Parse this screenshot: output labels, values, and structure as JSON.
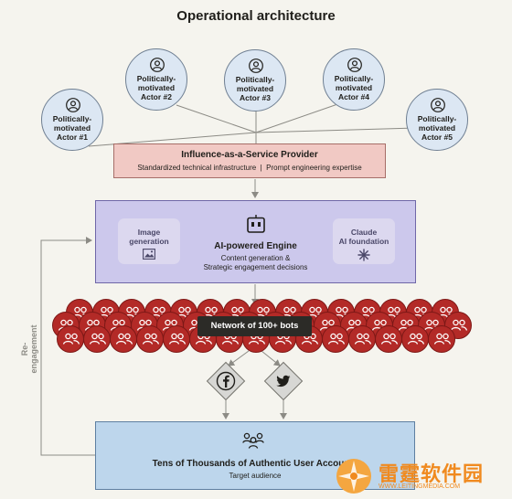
{
  "title": "Operational architecture",
  "actors": [
    {
      "label": "Politically-\nmotivated\nActor #1"
    },
    {
      "label": "Politically-\nmotivated\nActor #2"
    },
    {
      "label": "Politically-\nmotivated\nActor #3"
    },
    {
      "label": "Politically-\nmotivated\nActor #4"
    },
    {
      "label": "Politically-\nmotivated\nActor #5"
    }
  ],
  "provider": {
    "title": "Influence-as-a-Service Provider",
    "subtitle": "Standardized technical infrastructure  |  Prompt engineering expertise"
  },
  "engine": {
    "title": "AI-powered Engine",
    "subtitle": "Content generation &\nStrategic engagement decisions",
    "left_module": "Image\ngeneration",
    "right_module": "Claude\nAI foundation"
  },
  "network": {
    "label": "Network of 100+ bots"
  },
  "platforms": [
    {
      "icon": "facebook-icon"
    },
    {
      "icon": "twitter-icon"
    }
  ],
  "audience": {
    "title": "Tens of Thousands of Authentic User Accounts",
    "subtitle": "Target audience"
  },
  "loop_label": "Re-engagement",
  "watermark": {
    "text": "雷霆软件园",
    "url": "WWW.LEITINGMEDIA.COM"
  },
  "colors": {
    "background": "#f5f4ee",
    "actor_fill": "#dce7f3",
    "provider_fill": "#f1c9c4",
    "engine_fill": "#ccc8ec",
    "bot_fill": "#b32a27",
    "audience_fill": "#bdd6ec",
    "watermark": "#f08a1f"
  }
}
